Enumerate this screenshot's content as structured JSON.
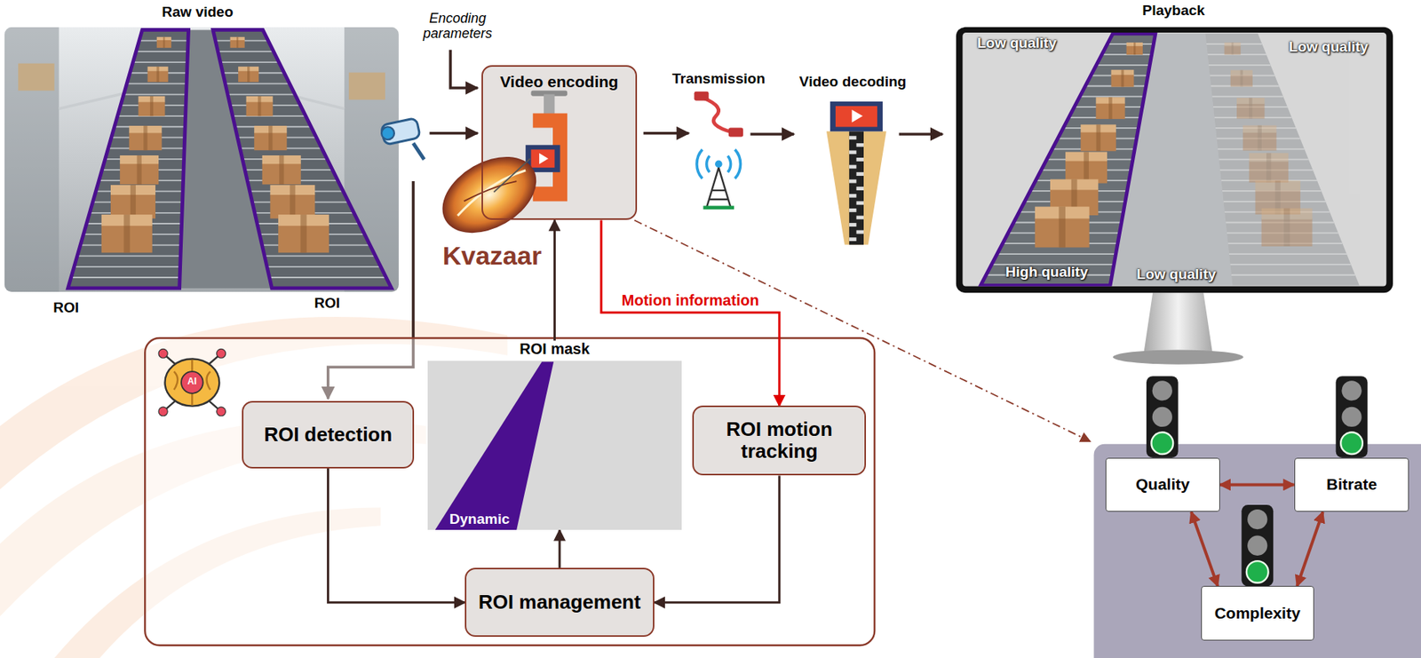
{
  "diagram": {
    "nodes": [
      {
        "text": [
          "Video encoding"
        ]
      },
      {
        "text": [
          "ROI mask",
          "Dynamic"
        ]
      },
      {
        "text": [
          "ROI detection"
        ]
      },
      {
        "text": [
          "ROI motion tracking"
        ]
      },
      {
        "text": [
          "ROI management"
        ]
      },
      {
        "text": [
          "Quality"
        ]
      },
      {
        "text": [
          "Bitrate"
        ]
      },
      {
        "text": [
          "Complexity"
        ]
      }
    ],
    "edges": [
      {
        "from": 1,
        "to": 0,
        "arrow": "to"
      },
      {
        "from": 0,
        "to": 3,
        "label": "Motion information",
        "arrow": "to"
      },
      {
        "from": 2,
        "to": 4,
        "arrow": "to"
      },
      {
        "from": 3,
        "to": 4,
        "arrow": "to"
      },
      {
        "from": 4,
        "to": 1,
        "arrow": "to"
      },
      {
        "from": 5,
        "to": 6,
        "arrow": "both"
      },
      {
        "from": 5,
        "to": 7,
        "arrow": "both"
      },
      {
        "from": 6,
        "to": 7,
        "arrow": "both"
      }
    ],
    "labels": [
      "Raw video",
      "Encoding parameters",
      "Transmission",
      "Video decoding",
      "Playback",
      "Low quality",
      "Low quality",
      "Kvazaar",
      "ROI",
      "ROI",
      "High quality",
      "Low quality",
      "AI"
    ]
  }
}
